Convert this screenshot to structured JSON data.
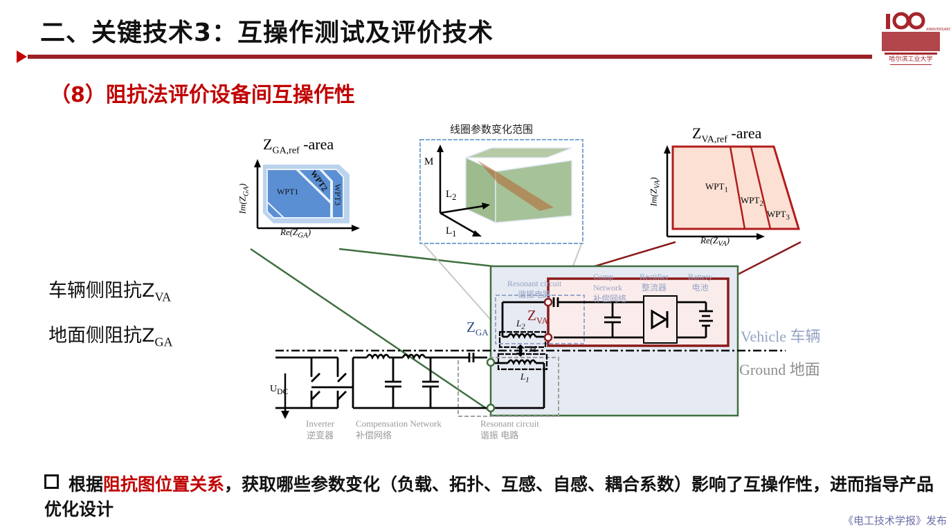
{
  "header": {
    "title": "二、关键技术3：互操作测试及评价技术",
    "subtitle": "（8）阻抗法评价设备间互操作性",
    "accent_color": "#9b2226",
    "logo": {
      "icon": "university-100th-anniversary-logo",
      "text": "100th ANNIVERSARY",
      "name": "哈尔滨工业大学"
    }
  },
  "side_labels": {
    "vehicle": {
      "prefix": "车辆侧阻抗Z",
      "sub": "VA"
    },
    "ground": {
      "prefix": "地面侧阻抗Z",
      "sub": "GA"
    }
  },
  "ga_area": {
    "title_main": "Z",
    "title_sub": "GA,ref",
    "title_suffix": " -area",
    "x_axis": "Re(Z",
    "x_axis_sub": "GA",
    "y_axis": "Im(Z",
    "y_axis_sub": "GA",
    "regions": [
      "WPT1",
      "WPT2",
      "WPT3"
    ],
    "colors": {
      "outer": "#bcd3ee",
      "fill": "#5b8fd3"
    }
  },
  "coil_range": {
    "title": "线圈参数变化范围",
    "axes": [
      "M",
      "L2",
      "L1"
    ],
    "axis_subs": {
      "L2": "2",
      "L1": "1"
    }
  },
  "va_area": {
    "title_main": "Z",
    "title_sub": "VA,ref",
    "title_suffix": " -area",
    "x_axis": "Re(Z",
    "x_axis_sub": "VA",
    "y_axis": "Im(Z",
    "y_axis_sub": "VA",
    "regions": [
      {
        "label": "WPT",
        "sub": "1"
      },
      {
        "label": "WPT",
        "sub": "2"
      },
      {
        "label": "WPT",
        "sub": "3"
      }
    ],
    "colors": {
      "border": "#b31b1b",
      "fill": "#fbe0d3"
    }
  },
  "circuit": {
    "udc": {
      "main": "U",
      "sub": "DC"
    },
    "z_ga": {
      "main": "Z",
      "sub": "GA"
    },
    "z_va": {
      "main": "Z",
      "sub": "VA"
    },
    "l1": {
      "main": "L",
      "sub": "1"
    },
    "l2": {
      "main": "L",
      "sub": "2"
    },
    "m": "M",
    "ground_labels": [
      {
        "en": "Inverter",
        "zh": "逆变器"
      },
      {
        "en": "Compensation Network",
        "zh": "补偿网络"
      },
      {
        "en": "Resonant circuit",
        "zh": "谐振 电路"
      }
    ],
    "vehicle_labels": [
      {
        "en": "Resonant circuit",
        "zh": "谐振电路"
      },
      {
        "en": "Comp Network",
        "zh": "补偿网络"
      },
      {
        "en": "Rectifier",
        "zh": "整流器"
      },
      {
        "en": "Battery",
        "zh": "电池"
      }
    ],
    "side_tags": {
      "vehicle": "Vehicle 车辆",
      "ground": "Ground 地面"
    }
  },
  "bottom": {
    "pre": "根据",
    "highlight": "阻抗图位置关系",
    "post": "，获取哪些参数变化（负载、拓扑、互感、自感、耦合系数）影响了互操作性，进而指导产品优化设计"
  },
  "footer": "《电工技术学报》发布"
}
